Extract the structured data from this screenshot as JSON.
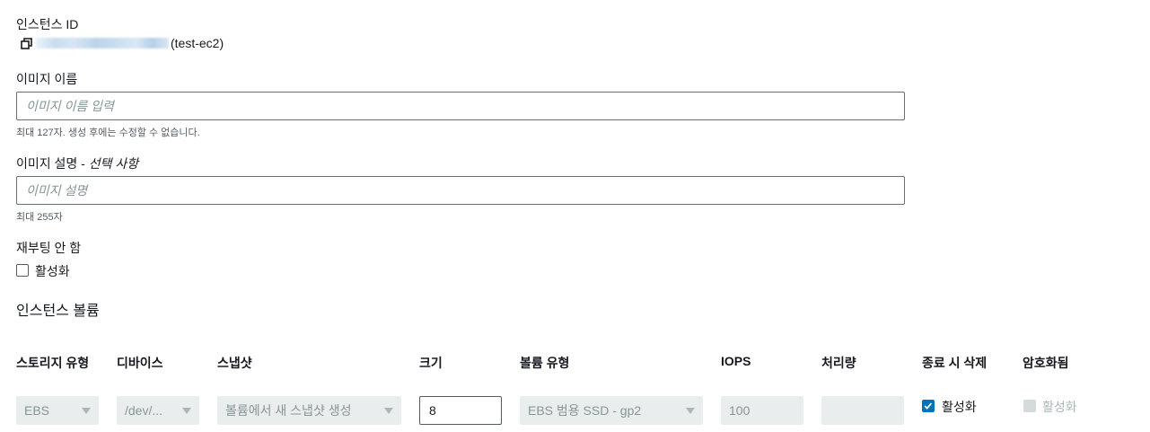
{
  "instance_id": {
    "label": "인스턴스 ID",
    "value_suffix": "(test-ec2)",
    "icon": "copy-icon"
  },
  "image_name": {
    "label": "이미지 이름",
    "placeholder": "이미지 이름 입력",
    "value": "",
    "hint": "최대 127자. 생성 후에는 수정할 수 없습니다."
  },
  "image_description": {
    "label": "이미지 설명 - ",
    "label_optional": "선택 사항",
    "placeholder": "이미지 설명",
    "value": "",
    "hint": "최대 255자"
  },
  "no_reboot": {
    "label": "재부팅 안 함",
    "checkbox_label": "활성화",
    "checked": false
  },
  "volumes": {
    "title": "인스턴스 볼륨",
    "columns": [
      "스토리지 유형",
      "디바이스",
      "스냅샷",
      "크기",
      "볼륨 유형",
      "IOPS",
      "처리량",
      "종료 시 삭제",
      "암호화됨"
    ],
    "rows": [
      {
        "storage_type": "EBS",
        "device": "/dev/...",
        "snapshot": "볼륨에서 새 스냅샷 생성",
        "size": "8",
        "volume_type": "EBS 범용 SSD - gp2",
        "iops": "100",
        "throughput": "",
        "delete_on_termination": {
          "label": "활성화",
          "checked": true
        },
        "encrypted": {
          "label": "활성화",
          "checked": false,
          "disabled": true
        }
      }
    ]
  },
  "colors": {
    "checkbox_checked": "#0073bb",
    "disabled_field_bg": "#eaeded",
    "disabled_text": "#879596",
    "border": "#687078"
  }
}
